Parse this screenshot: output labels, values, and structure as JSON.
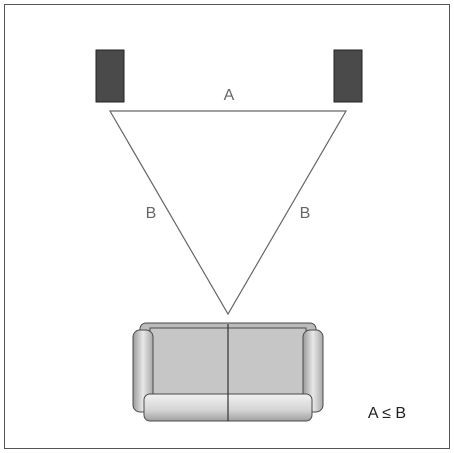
{
  "diagram": {
    "label_a": "A",
    "label_b_left": "B",
    "label_b_right": "B",
    "relation": "A ≤ B"
  },
  "colors": {
    "speaker_fill": "#4a4a4a",
    "speaker_stroke": "#222222",
    "triangle_stroke": "#555555",
    "sofa_body": "#c8c8c8",
    "sofa_outline": "#4a4a4a",
    "frame": "#555555"
  }
}
